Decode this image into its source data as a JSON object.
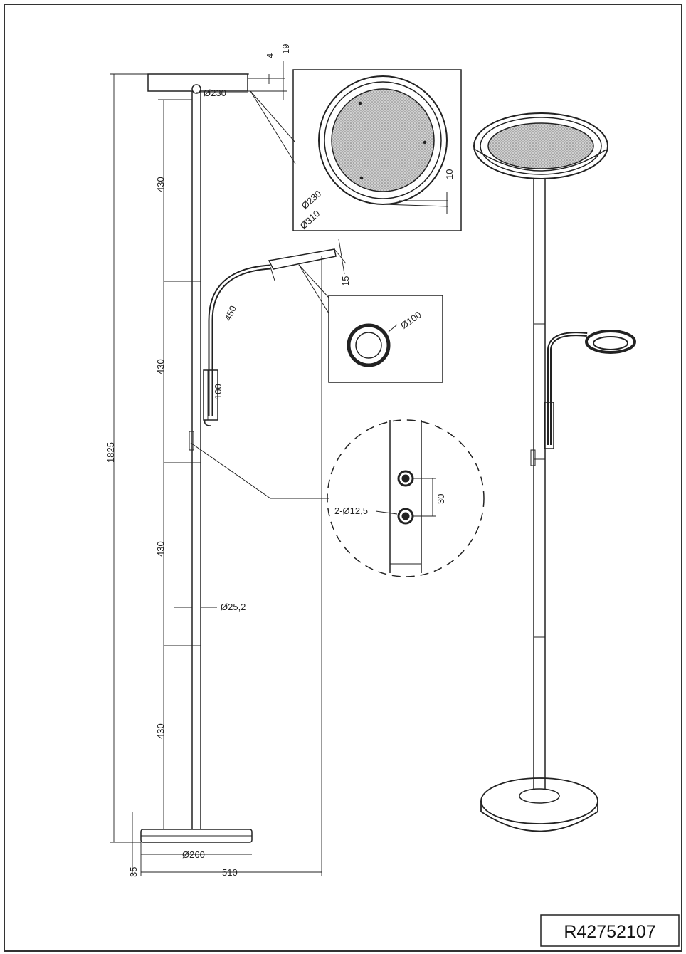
{
  "model_code": "R42752107",
  "dimensions": {
    "top_4": "4",
    "top_19": "19",
    "head_dia": "Ø230",
    "seg1": "430",
    "seg2": "430",
    "seg3": "430",
    "seg4": "430",
    "total_height": "1825",
    "arm_len": "450",
    "arm_100": "100",
    "spot_15": "15",
    "pole_dia": "Ø25,2",
    "base_dia": "Ø260",
    "base_height": "35",
    "reach": "510",
    "detail_230": "Ø230",
    "detail_310": "Ø310",
    "detail_10": "10",
    "spot_dia": "Ø100",
    "switch_pitch": "30",
    "switch_holes": "2-Ø12,5"
  }
}
